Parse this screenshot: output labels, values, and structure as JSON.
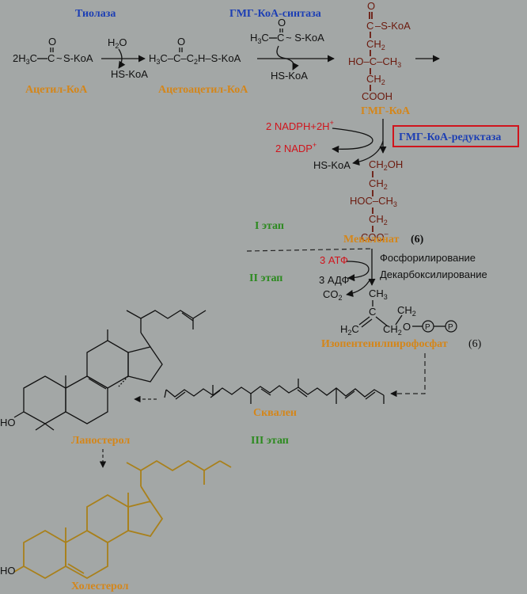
{
  "enzymes": {
    "thiolase": "Тиолаза",
    "hmg_synthase": "ГМГ-КоА-синтаза",
    "hmg_reductase": "ГМГ-КоА-редуктаза"
  },
  "metabolites": {
    "acetyl_coa": "Ацетил-КоА",
    "acetoacetyl_coa": "Ацетоацетил-КоА",
    "hmg_coa": "ГМГ-КоА",
    "mevalonate": "Мевалонат",
    "mevalonate_ref": "(6)",
    "ipp": "Изопентенилпирофосфат",
    "ipp_ref": "(6)",
    "squalene": "Сквален",
    "lanosterol": "Ланостерол",
    "cholesterol": "Холестерол"
  },
  "stages": {
    "stage1": "I этап",
    "stage2": "II этап",
    "stage3": "III этап"
  },
  "processes": {
    "phosphorylation": "Фосфорилирование",
    "decarboxylation": "Декарбоксилирование"
  },
  "reagents": {
    "two_acetyl_prefix": "2H",
    "h2o": "H",
    "hs_koa_1": "HS-KoA",
    "hs_koa_2": "HS-KoA",
    "hs_koa_3": "HS-KoA",
    "nadph": "2 NADPH+2H",
    "nadp": "2 NADP",
    "atp": "3 АТФ",
    "adp": "3 АДФ",
    "co2": "CO"
  },
  "groups": {
    "s_koa": "S-KoA",
    "cooh": "COOH",
    "coo": "COO",
    "ho": "HO",
    "ch3": "CH",
    "ch2": "CH",
    "c": "C",
    "o": "O",
    "p": "P",
    "ch2oh": "CH",
    "oh": "OH",
    "h2c": "H",
    "h3c": "H",
    "hoc": "HOC"
  },
  "colors": {
    "background": "#a3a7a6",
    "enzyme": "#1d3fb4",
    "metabolite": "#d4861a",
    "stage": "#2c8a1f",
    "reagent": "#d0141c",
    "skeleton_mevalonate": "#6b1a0e",
    "skeleton_cholesterol": "#a9801a"
  }
}
